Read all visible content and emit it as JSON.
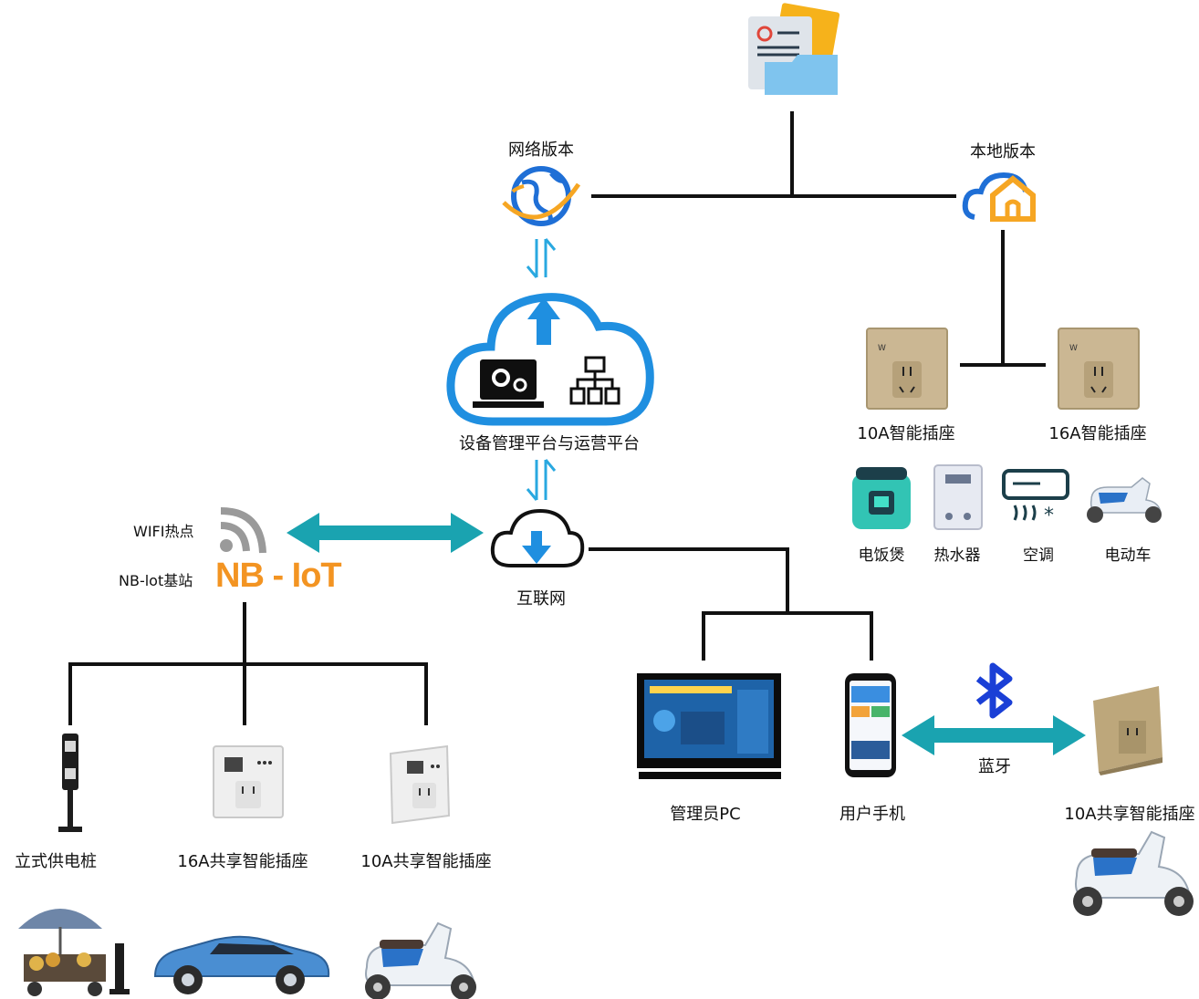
{
  "labels": {
    "network_version": "网络版本",
    "local_version": "本地版本",
    "platform": "设备管理平台与运营平台",
    "internet": "互联网",
    "wifi": "WIFI热点",
    "nb_station": "NB-lot基站",
    "nb_logo": "NB - IoT",
    "socket_10a": "10A智能插座",
    "socket_16a": "16A智能插座",
    "rice_cooker": "电饭煲",
    "water_heater": "热水器",
    "air_conditioner": "空调",
    "ebike": "电动车",
    "admin_pc": "管理员PC",
    "user_phone": "用户手机",
    "bluetooth": "蓝牙",
    "shared_10a_right": "10A共享智能插座",
    "pile": "立式供电桩",
    "shared_16a": "16A共享智能插座",
    "shared_10a": "10A共享智能插座"
  },
  "colors": {
    "line": "#111111",
    "arrow_teal": "#1aa3b0",
    "cloud_blue": "#1f8fe0",
    "nb_orange": "#f39422",
    "bluetooth": "#1a3fd6"
  }
}
